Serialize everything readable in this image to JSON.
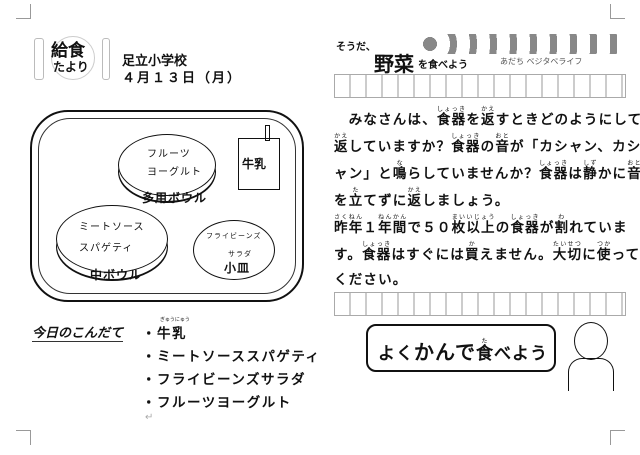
{
  "header": {
    "logo_top": "給食",
    "logo_bottom": "たより",
    "school": "足立小学校",
    "date": "４月１３日（月）"
  },
  "tray": {
    "milk": "牛乳",
    "bowl_multi": {
      "food_1": "フルーツ",
      "food_2": "ヨーグルト",
      "name": "多用ボウル"
    },
    "bowl_mid": {
      "food_1": "ミートソース",
      "food_2": "スパゲティ",
      "name": "中ボウル"
    },
    "plate_small": {
      "food_1": "フライビーンズ",
      "food_2": "サラダ",
      "name": "小皿"
    }
  },
  "menu": {
    "title": "今日のこんだて",
    "items": [
      "・牛乳",
      "・ミートソーススパゲティ",
      "・フライビーンズサラダ",
      "・フルーツヨーグルト"
    ],
    "milk_ruby": "ぎゅうにゅう"
  },
  "banner": {
    "small": "そうだ、",
    "big": "野菜",
    "tail": "を食べよう",
    "sub": "あだち ベジタベライフ"
  },
  "article": {
    "lines": [
      [
        {
          "t": "　みなさんは、"
        },
        {
          "t": "食器",
          "r": "しょっき"
        },
        {
          "t": "を"
        },
        {
          "t": "返",
          "r": "かえ"
        },
        {
          "t": "すときどのようにして"
        }
      ],
      [
        {
          "t": "返",
          "r": "かえ"
        },
        {
          "t": "していますか？"
        },
        {
          "t": "食器",
          "r": "しょっき"
        },
        {
          "t": "の"
        },
        {
          "t": "音",
          "r": "おと"
        },
        {
          "t": "が「カシャン、カシ"
        }
      ],
      [
        {
          "t": "ャン」と"
        },
        {
          "t": "鳴",
          "r": "な"
        },
        {
          "t": "らしていませんか？"
        },
        {
          "t": "食器",
          "r": "しょっき"
        },
        {
          "t": "は"
        },
        {
          "t": "静",
          "r": "しず"
        },
        {
          "t": "かに"
        },
        {
          "t": "音",
          "r": "おと"
        }
      ],
      [
        {
          "t": "を"
        },
        {
          "t": "立",
          "r": "た"
        },
        {
          "t": "てずに"
        },
        {
          "t": "返",
          "r": "かえ"
        },
        {
          "t": "しましょう。"
        }
      ],
      [
        {
          "t": "昨年",
          "r": "さくねん"
        },
        {
          "t": "１"
        },
        {
          "t": "年間",
          "r": "ねんかん"
        },
        {
          "t": "で５０"
        },
        {
          "t": "枚以上",
          "r": "まいいじょう"
        },
        {
          "t": "の"
        },
        {
          "t": "食器",
          "r": "しょっき"
        },
        {
          "t": "が"
        },
        {
          "t": "割",
          "r": "わ"
        },
        {
          "t": "れていま"
        }
      ],
      [
        {
          "t": "す。"
        },
        {
          "t": "食器",
          "r": "しょっき"
        },
        {
          "t": "はすぐには"
        },
        {
          "t": "買",
          "r": "か"
        },
        {
          "t": "えません。"
        },
        {
          "t": "大切",
          "r": "たいせつ"
        },
        {
          "t": "に"
        },
        {
          "t": "使",
          "r": "つか"
        },
        {
          "t": "って"
        }
      ],
      [
        {
          "t": "ください。"
        }
      ]
    ]
  },
  "callout": {
    "pre": "よく",
    "mid": "かんで",
    "food": "食",
    "food_ruby": "た",
    "post": "べよう"
  },
  "return_mark": "↵"
}
